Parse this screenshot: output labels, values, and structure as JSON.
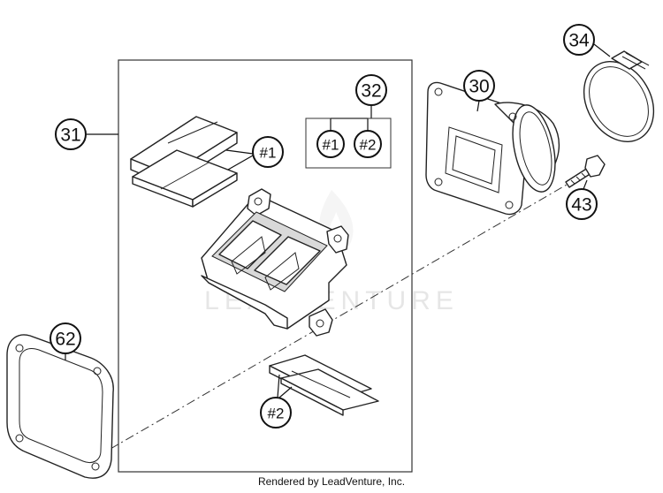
{
  "watermark": "LEADVENTURE",
  "footer": "Rendered by LeadVenture, Inc.",
  "callouts": {
    "c31": "31",
    "c32": "32",
    "c32_1": "#1",
    "c32_2": "#2",
    "c1": "#1",
    "c30": "30",
    "c34": "34",
    "c43": "43",
    "c62": "62",
    "c2": "#2"
  }
}
